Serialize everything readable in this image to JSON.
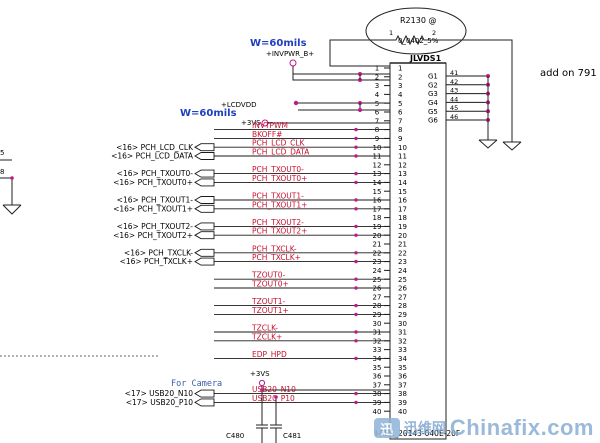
{
  "resistor": {
    "ref": "R2130 @",
    "pin1": "1",
    "pin2": "2",
    "value": "0_0402_5%"
  },
  "connector": {
    "ref": "JLVDS1",
    "part": "I-PEX_20143-040E-20F"
  },
  "width_labels": [
    "W=60mils",
    "W=60mils"
  ],
  "power_nets": [
    "+INVPWR_B+",
    "+LCDVDD",
    "+3VS",
    "+3VS"
  ],
  "note": "add on 791",
  "camera_note": "For Camera",
  "caps": [
    "C480",
    "C481"
  ],
  "partial_label": "5",
  "partial_label2": "8",
  "pin_numbers": [
    "1",
    "2",
    "3",
    "4",
    "5",
    "6",
    "7",
    "8",
    "9",
    "10",
    "11",
    "12",
    "13",
    "14",
    "15",
    "16",
    "17",
    "18",
    "19",
    "20",
    "21",
    "22",
    "23",
    "24",
    "25",
    "26",
    "27",
    "28",
    "29",
    "30",
    "31",
    "32",
    "33",
    "34",
    "35",
    "36",
    "37",
    "38",
    "39",
    "40"
  ],
  "ground_pins": [
    "41",
    "42",
    "43",
    "44",
    "45",
    "46"
  ],
  "ground_labels": [
    "G1",
    "G2",
    "G3",
    "G4",
    "G5",
    "G6"
  ],
  "nets": [
    {
      "pin": 8,
      "name": "INVTPWM"
    },
    {
      "pin": 9,
      "name": "BKOFF#"
    },
    {
      "pin": 10,
      "name": "PCH_LCD_CLK"
    },
    {
      "pin": 11,
      "name": "PCH_LCD_DATA"
    },
    {
      "pin": 13,
      "name": "PCH_TXOUT0-"
    },
    {
      "pin": 14,
      "name": "PCH_TXOUT0+"
    },
    {
      "pin": 16,
      "name": "PCH_TXOUT1-"
    },
    {
      "pin": 17,
      "name": "PCH_TXOUT1+"
    },
    {
      "pin": 19,
      "name": "PCH_TXOUT2-"
    },
    {
      "pin": 20,
      "name": "PCH_TXOUT2+"
    },
    {
      "pin": 22,
      "name": "PCH_TXCLK-"
    },
    {
      "pin": 23,
      "name": "PCH_TXCLK+"
    },
    {
      "pin": 25,
      "name": "TZOUT0-"
    },
    {
      "pin": 26,
      "name": "TZOUT0+"
    },
    {
      "pin": 28,
      "name": "TZOUT1-"
    },
    {
      "pin": 29,
      "name": "TZOUT1+"
    },
    {
      "pin": 31,
      "name": "TZCLK-"
    },
    {
      "pin": 32,
      "name": "TZCLK+"
    },
    {
      "pin": 34,
      "name": "EDP_HPD"
    },
    {
      "pin": 38,
      "name": "USB20_N10"
    },
    {
      "pin": 39,
      "name": "USB20_P10"
    }
  ],
  "ports": [
    {
      "pin": 10,
      "label": "<16>  PCH_LCD_CLK"
    },
    {
      "pin": 11,
      "label": "<16>  PCH_LCD_DATA"
    },
    {
      "pin": 13,
      "label": "<16>  PCH_TXOUT0-"
    },
    {
      "pin": 14,
      "label": "<16>  PCH_TXOUT0+"
    },
    {
      "pin": 16,
      "label": "<16>  PCH_TXOUT1-"
    },
    {
      "pin": 17,
      "label": "<16>  PCH_TXOUT1+"
    },
    {
      "pin": 19,
      "label": "<16>  PCH_TXOUT2-"
    },
    {
      "pin": 20,
      "label": "<16>  PCH_TXOUT2+"
    },
    {
      "pin": 22,
      "label": "<16>  PCH_TXCLK-"
    },
    {
      "pin": 23,
      "label": "<16>  PCH_TXCLK+"
    },
    {
      "pin": 38,
      "label": "<17>  USB20_N10"
    },
    {
      "pin": 39,
      "label": "<17>  USB20_P10"
    }
  ],
  "watermark": {
    "badge": "迅",
    "cn": "迅维网",
    "en": "Chinafix.com"
  },
  "colors": {
    "net": "#c8102e",
    "wire": "#1a1a1a",
    "junction": "#c0198a",
    "blue": "#1f3fbf",
    "camera": "#3c5ea8"
  }
}
